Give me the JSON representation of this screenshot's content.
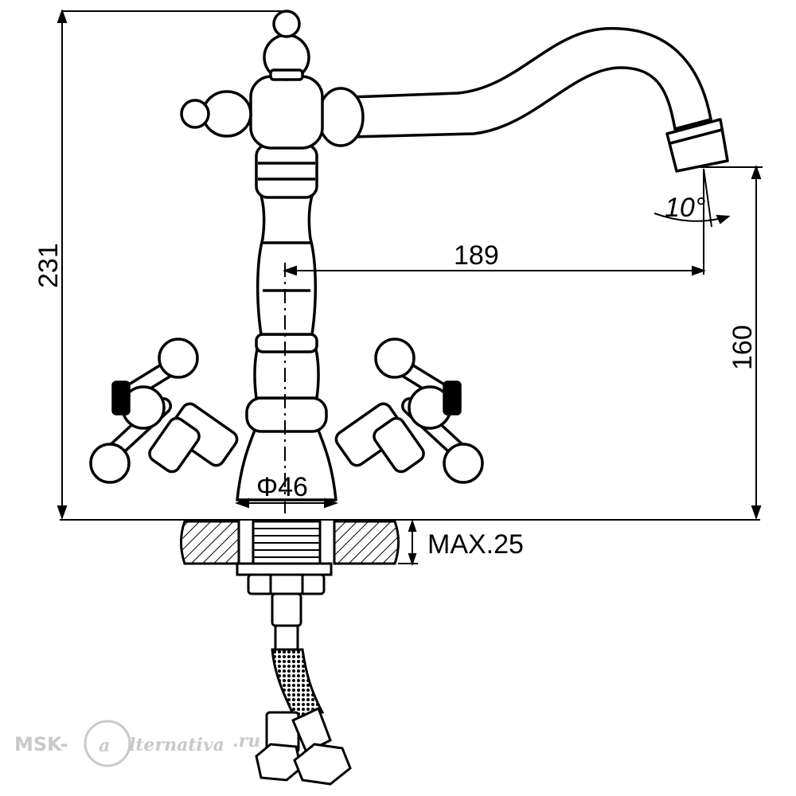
{
  "dimensions": {
    "total_height": "231",
    "reach": "189",
    "spout_height": "160",
    "base_diameter": "Φ46",
    "max_thickness": "MAX.25",
    "spout_angle": "10°"
  },
  "watermark": {
    "prefix": "MSK-",
    "logo_letter": "a",
    "suffix": "lternativa",
    "tld": ".ru"
  },
  "colors": {
    "line": "#000000",
    "background": "#ffffff",
    "watermark": "#c9c9c9"
  }
}
